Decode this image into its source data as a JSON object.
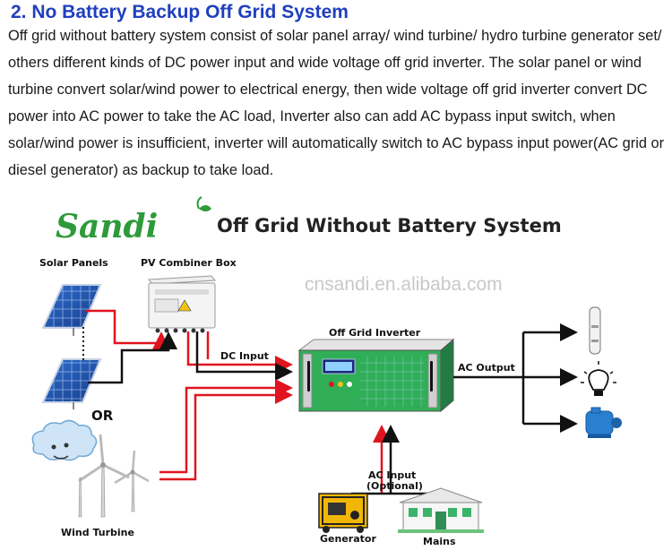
{
  "heading": "2. No Battery Backup Off Grid System",
  "description": "Off grid without battery system consist of solar panel array/ wind turbine/ hydro turbine generator set/ others different kinds of DC power input and wide voltage off grid inverter. The solar panel or wind turbine convert solar/wind power to electrical energy, then wide voltage off grid inverter convert DC power into AC power to take the AC load, Inverter also can add AC bypass input switch, when solar/wind power is insufficient, inverter will automatically switch to AC bypass input power(AC grid or diesel generator) as backup to take load.",
  "diagram": {
    "brand": "Sandi",
    "title": "Off Grid Without Battery System",
    "watermark": "cnsandi.en.alibaba.com",
    "labels": {
      "solar_panels": "Solar Panels",
      "pv_combiner_box": "PV Combiner Box",
      "or": "OR",
      "wind_turbine": "Wind Turbine",
      "dc_input": "DC Input",
      "off_grid_inverter": "Off Grid Inverter",
      "ac_output": "AC Output",
      "ac_input_line1": "AC Input",
      "ac_input_line2": "(Optional)",
      "generator": "Generator",
      "mains": "Mains"
    },
    "colors": {
      "heading": "#1f3fbf",
      "positive_wire": "#e0141e",
      "negative_wire": "#111111",
      "brand_green": "#2e9a3a",
      "inverter_green": "#2fae57",
      "solar_blue": "#1f4fa8"
    }
  }
}
